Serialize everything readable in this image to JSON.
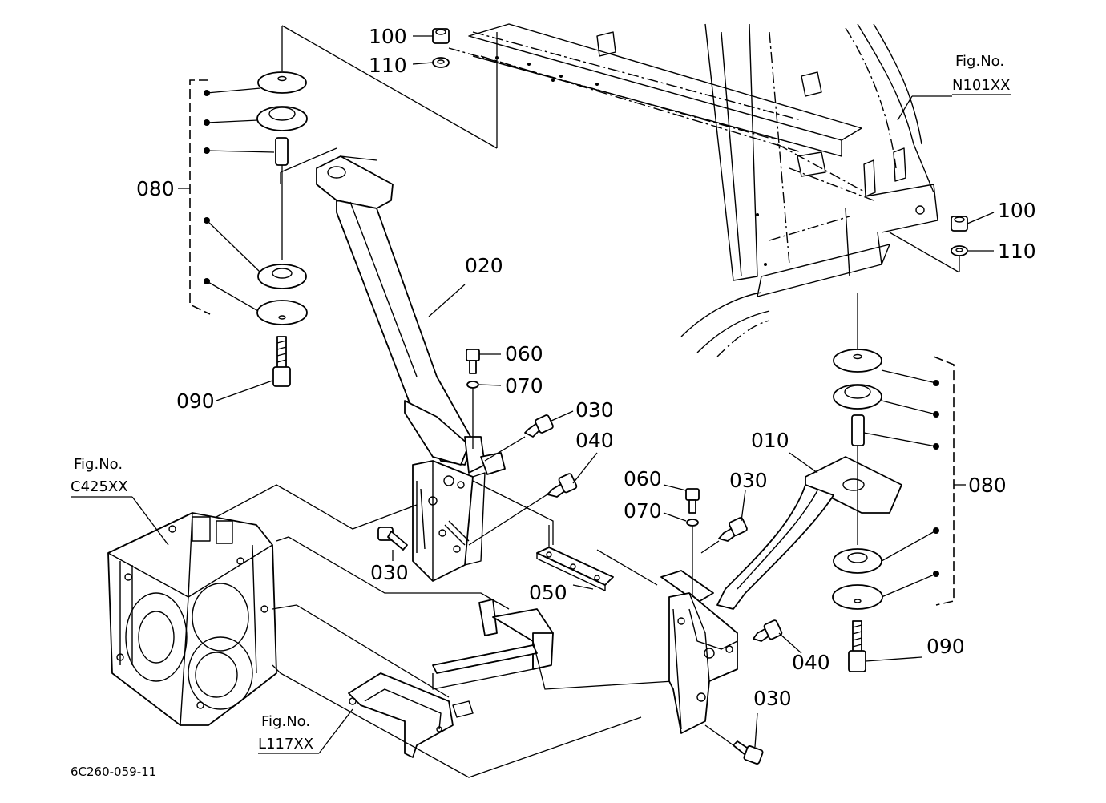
{
  "labels": {
    "p100_top": "100",
    "p110_top": "110",
    "p080_left": "080",
    "p020": "020",
    "p060_left": "060",
    "p070_left": "070",
    "p030_a": "030",
    "p040_a": "040",
    "p090_left": "090",
    "p030_b": "030",
    "p050": "050",
    "p010": "010",
    "p060_right": "060",
    "p070_right": "070",
    "p030_c": "030",
    "p100_right": "100",
    "p110_right": "110",
    "p080_right": "080",
    "p090_right": "090",
    "p040_b": "040",
    "p030_d": "030"
  },
  "refs": {
    "n101_title": "Fig.No.",
    "n101_code": "N101XX",
    "c425_title": "Fig.No.",
    "c425_code": "C425XX",
    "l117_title": "Fig.No.",
    "l117_code": "L117XX"
  },
  "diagram_code": "6C260-059-11"
}
